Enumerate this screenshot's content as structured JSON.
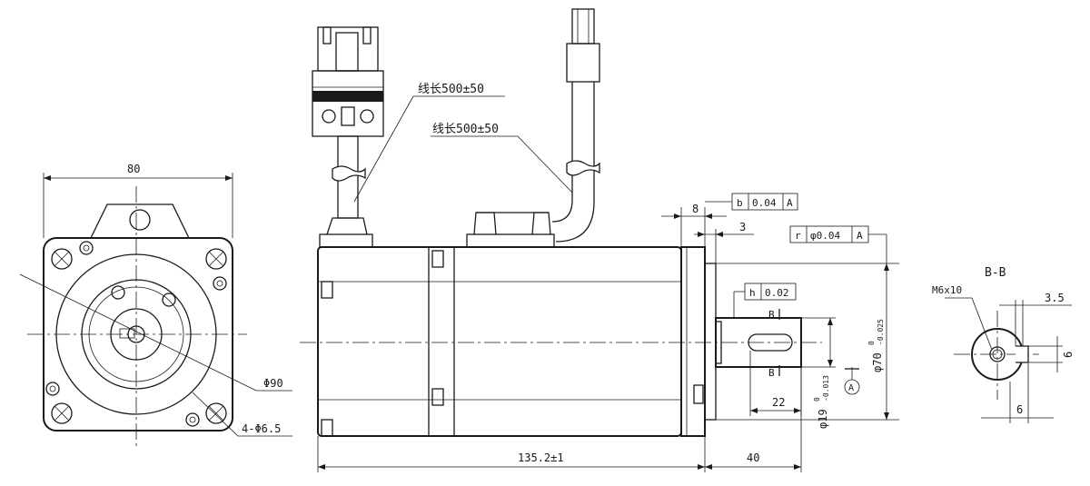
{
  "diagram": {
    "line_color": "#1a1a1a",
    "background": "#ffffff",
    "front_view": {
      "width_dim": "80",
      "pcd_dim": "Φ90",
      "holes_dim": "4-Φ6.5"
    },
    "side_view": {
      "cable1_label": "线长500±50",
      "cable2_label": "线长500±50",
      "body_length": "135.2±1",
      "shaft_length": "40",
      "flange_thk": "8",
      "step_3": "3",
      "key_length": "22",
      "shaft_dia": "φ19",
      "shaft_tol_upper": "0",
      "shaft_tol_lower": "-0.013",
      "spigot_dia": "φ70",
      "spigot_tol_upper": "0",
      "spigot_tol_lower": "-0.025",
      "datum": "A",
      "section_mark": "B",
      "gdt": [
        {
          "symbol": "b",
          "value": "0.04",
          "datum": "A"
        },
        {
          "symbol": "r",
          "value": "φ0.04",
          "datum": "A"
        },
        {
          "symbol": "h",
          "value": "0.02"
        }
      ]
    },
    "section_view": {
      "title": "B-B",
      "thread": "M6x10",
      "key_depth": "3.5",
      "key_width_v": "6",
      "key_width_h": "6"
    }
  }
}
